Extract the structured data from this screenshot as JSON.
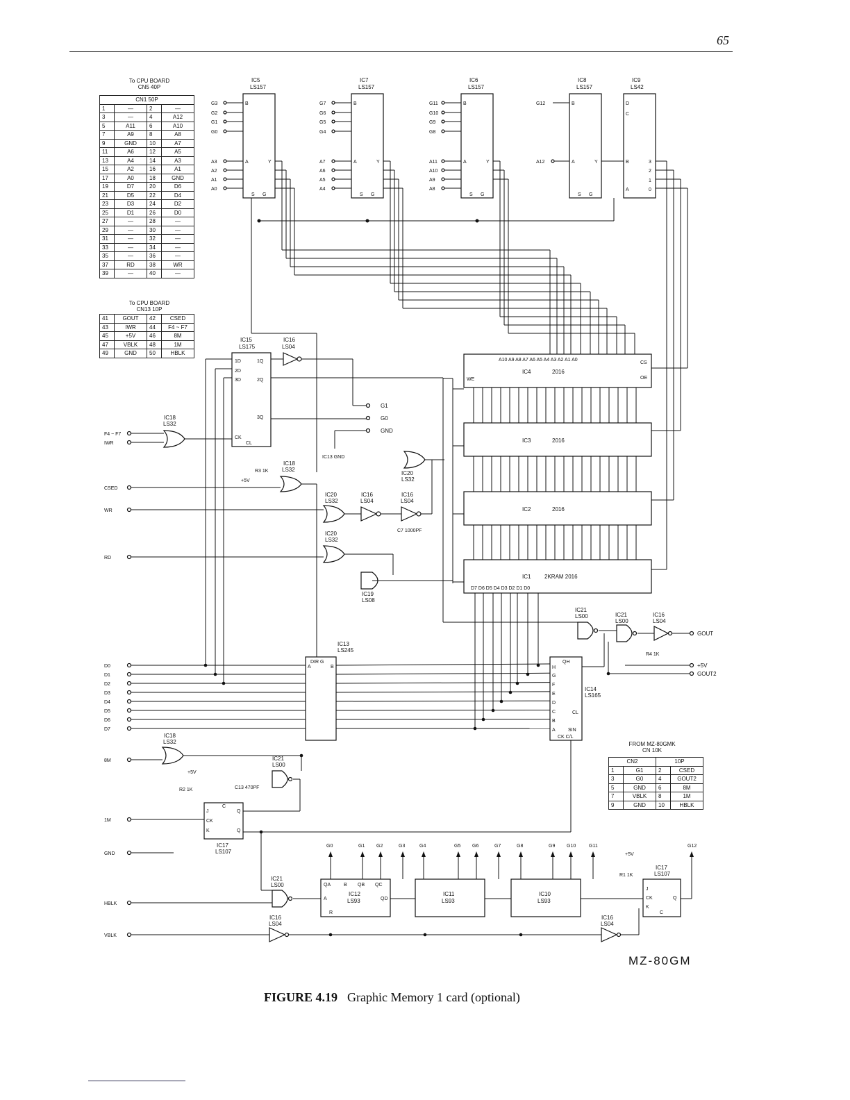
{
  "page_number": "65",
  "figure": {
    "number": "FIGURE 4.19",
    "caption": "Graphic Memory 1 card (optional)",
    "model": "MZ-80GM"
  },
  "connectors": {
    "cn5": {
      "note": "To CPU BOARD",
      "name": "CN5 40P",
      "header": "CN1   50P",
      "rows": [
        [
          "1",
          "—",
          "2",
          "—"
        ],
        [
          "3",
          "—",
          "4",
          "A12"
        ],
        [
          "5",
          "A11",
          "6",
          "A10"
        ],
        [
          "7",
          "A9",
          "8",
          "A8"
        ],
        [
          "9",
          "GND",
          "10",
          "A7"
        ],
        [
          "11",
          "A6",
          "12",
          "A5"
        ],
        [
          "13",
          "A4",
          "14",
          "A3"
        ],
        [
          "15",
          "A2",
          "16",
          "A1"
        ],
        [
          "17",
          "A0",
          "18",
          "GND"
        ],
        [
          "19",
          "D7",
          "20",
          "D6"
        ],
        [
          "21",
          "D5",
          "22",
          "D4"
        ],
        [
          "23",
          "D3",
          "24",
          "D2"
        ],
        [
          "25",
          "D1",
          "26",
          "D0"
        ],
        [
          "27",
          "—",
          "28",
          "—"
        ],
        [
          "29",
          "—",
          "30",
          "—"
        ],
        [
          "31",
          "—",
          "32",
          "—"
        ],
        [
          "33",
          "—",
          "34",
          "—"
        ],
        [
          "35",
          "—",
          "36",
          "—"
        ],
        [
          "37",
          "RD",
          "38",
          "WR"
        ],
        [
          "39",
          "—",
          "40",
          "—"
        ]
      ]
    },
    "cn13": {
      "note": "To CPU BOARD",
      "name": "CN13 10P",
      "rows": [
        [
          "41",
          "GOUT",
          "42",
          "CSED"
        ],
        [
          "43",
          "IWR",
          "44",
          "F4 ~ F7"
        ],
        [
          "45",
          "+5V",
          "46",
          "8M"
        ],
        [
          "47",
          "VBLK",
          "48",
          "1M"
        ],
        [
          "49",
          "GND",
          "50",
          "HBLK"
        ]
      ]
    },
    "cn2": {
      "note": "FROM MZ-80GMK",
      "name": "CN 10K",
      "header1": "CN2",
      "header2": "10P",
      "rows": [
        [
          "1",
          "G1",
          "2",
          "CSED"
        ],
        [
          "3",
          "G0",
          "4",
          "GOUT2"
        ],
        [
          "5",
          "GND",
          "6",
          "8M"
        ],
        [
          "7",
          "VBLK",
          "8",
          "1M"
        ],
        [
          "9",
          "GND",
          "10",
          "HBLK"
        ]
      ]
    }
  },
  "chips": {
    "ic5": {
      "name": "IC5",
      "type": "LS157"
    },
    "ic7": {
      "name": "IC7",
      "type": "LS157"
    },
    "ic6": {
      "name": "IC6",
      "type": "LS157"
    },
    "ic8": {
      "name": "IC8",
      "type": "LS157"
    },
    "ic9": {
      "name": "IC9",
      "type": "LS42"
    },
    "ic15": {
      "name": "IC15",
      "type": "LS175"
    },
    "ic4": {
      "name": "IC4",
      "type": "2016"
    },
    "ic3": {
      "name": "IC3",
      "type": "2016"
    },
    "ic2": {
      "name": "IC2",
      "type": "2016"
    },
    "ic1": {
      "name": "IC1",
      "type": "2KRAM 2016"
    },
    "ic13": {
      "name": "IC13",
      "type": "LS245"
    },
    "ic14": {
      "name": "IC14",
      "type": "LS165"
    },
    "ic17": {
      "name": "IC17",
      "type": "LS107"
    },
    "ic12": {
      "name": "IC12",
      "type": "LS93"
    },
    "ic11": {
      "name": "IC11",
      "type": "LS93"
    },
    "ic10": {
      "name": "IC10",
      "type": "LS93"
    }
  },
  "signals": {
    "left": [
      "F4 ~ F7",
      "IWR",
      "CSED",
      "WR",
      "RD",
      "D0",
      "D1",
      "D2",
      "D3",
      "D4",
      "D5",
      "D6",
      "D7",
      "8M",
      "1M",
      "GND",
      "HBLK",
      "VBLK"
    ],
    "ic5_in": [
      "G3",
      "G2",
      "G1",
      "G0",
      "A3",
      "A2",
      "A1",
      "A0"
    ],
    "ic7_in": [
      "G7",
      "G6",
      "G5",
      "G4",
      "A7",
      "A6",
      "A5",
      "A4"
    ],
    "ic6_in": [
      "G11",
      "G10",
      "G9",
      "G8",
      "A11",
      "A10",
      "A9",
      "A8"
    ],
    "ic8_in": [
      "G12",
      "A12"
    ],
    "ram_addr": "A10 A9 A8 A7 A6 A5 A4 A3 A2 A1 A0",
    "ram_data": "D7 D6 D5 D4 D3 D2 D1 D0",
    "outputs": [
      "G1",
      "G0",
      "GND",
      "GOUT",
      "+5V",
      "GOUT2"
    ],
    "counter_outs": [
      "G0",
      "G1",
      "G2",
      "G3",
      "G4",
      "G5",
      "G6",
      "G7",
      "G8",
      "G9",
      "G10",
      "G11",
      "G12"
    ]
  },
  "components": {
    "r3": "R3 1K",
    "r4": "R4 1K",
    "r2": "R2 1K",
    "r1": "R1 1K",
    "c7": "C7 1000PF",
    "c13": "C13 470PF",
    "ic13_gnd": "IC13 GND",
    "vcc": "+5V"
  }
}
